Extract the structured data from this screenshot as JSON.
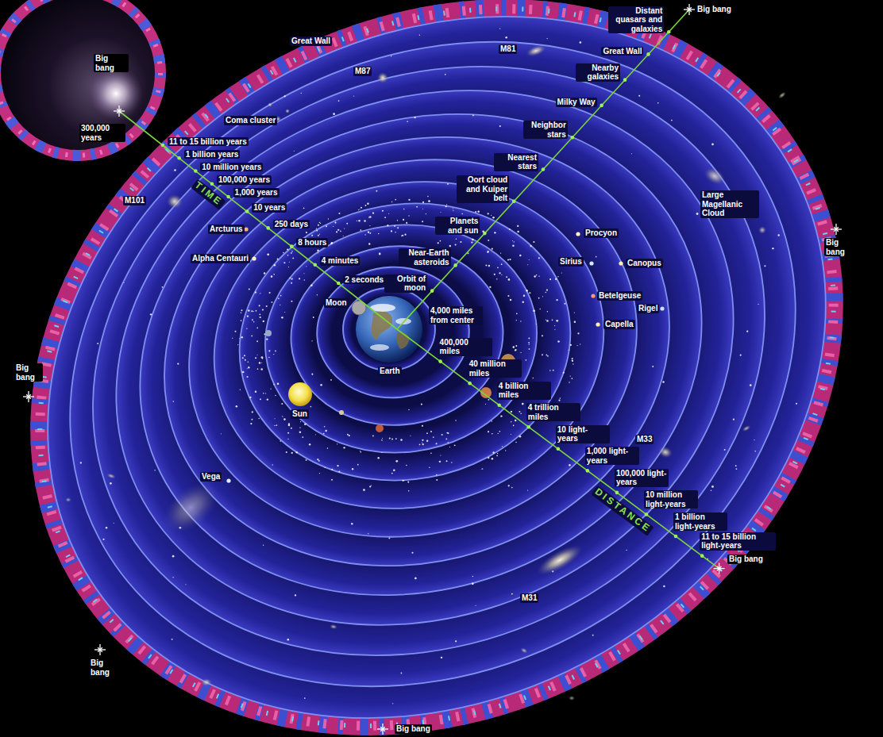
{
  "diagram": {
    "labels": [
      "Big bang",
      "300,000 years",
      "11 to 15 billion years",
      "1 billion years",
      "10 million years",
      "100,000 years",
      "1,000 years",
      "10 years",
      "250 days",
      "8 hours",
      "4 minutes",
      "2 seconds",
      "TIME",
      "4,000 miles from center",
      "400,000 miles",
      "40 million miles",
      "4 billion miles",
      "4 trillion miles",
      "10 light-years",
      "1,000 light-years",
      "100,000 light-years",
      "10 million light-years",
      "1 billion light-years",
      "11 to 15 billion light-years",
      "Big bang",
      "DISTANCE",
      "Orbit of moon",
      "Near-Earth asteroids",
      "Planets and sun",
      "Oort cloud and Kuiper belt",
      "Nearest stars",
      "Neighbor stars",
      "Milky Way",
      "Nearby galaxies",
      "Great Wall",
      "Distant quasars and galaxies",
      "Big bang",
      "Great Wall",
      "M81",
      "M87",
      "Coma cluster",
      "M101",
      "Arcturus",
      "Alpha Centauri",
      "Moon",
      "Earth",
      "Sun",
      "Vega",
      "M31",
      "M33",
      "Procyon",
      "Sirius",
      "Canopus",
      "Large Magellanic Cloud",
      "Betelgeuse",
      "Rigel",
      "Capella",
      "Big bang",
      "Big bang",
      "Big bang",
      "Big bang"
    ]
  }
}
